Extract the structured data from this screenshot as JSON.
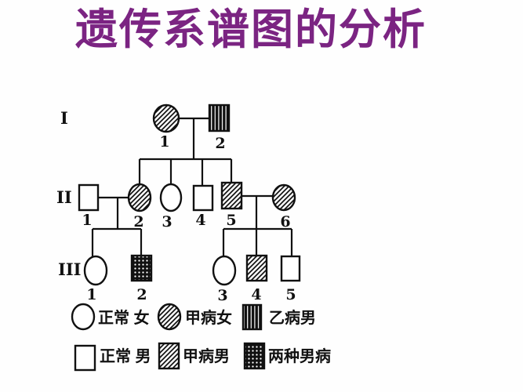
{
  "title": {
    "text": "遗传系谱图的分析",
    "color": "#7B2482"
  },
  "pedigree": {
    "generation_labels": [
      "I",
      "II",
      "III"
    ],
    "members": [
      {
        "id": "I-1",
        "generation": "I",
        "number": "1",
        "sex": "female",
        "phenotype": "disease-A-female"
      },
      {
        "id": "I-2",
        "generation": "I",
        "number": "2",
        "sex": "male",
        "phenotype": "disease-B-male"
      },
      {
        "id": "II-1",
        "generation": "II",
        "number": "1",
        "sex": "male",
        "phenotype": "normal-male"
      },
      {
        "id": "II-2",
        "generation": "II",
        "number": "2",
        "sex": "female",
        "phenotype": "disease-A-female"
      },
      {
        "id": "II-3",
        "generation": "II",
        "number": "3",
        "sex": "female",
        "phenotype": "normal-female"
      },
      {
        "id": "II-4",
        "generation": "II",
        "number": "4",
        "sex": "male",
        "phenotype": "normal-male"
      },
      {
        "id": "II-5",
        "generation": "II",
        "number": "5",
        "sex": "male",
        "phenotype": "disease-A-male"
      },
      {
        "id": "II-6",
        "generation": "II",
        "number": "6",
        "sex": "female",
        "phenotype": "disease-A-female"
      },
      {
        "id": "III-1",
        "generation": "III",
        "number": "1",
        "sex": "female",
        "phenotype": "normal-female"
      },
      {
        "id": "III-2",
        "generation": "III",
        "number": "2",
        "sex": "male",
        "phenotype": "both-diseases-male"
      },
      {
        "id": "III-3",
        "generation": "III",
        "number": "3",
        "sex": "female",
        "phenotype": "normal-female"
      },
      {
        "id": "III-4",
        "generation": "III",
        "number": "4",
        "sex": "male",
        "phenotype": "disease-A-male"
      },
      {
        "id": "III-5",
        "generation": "III",
        "number": "5",
        "sex": "male",
        "phenotype": "normal-male"
      }
    ],
    "couples": [
      [
        "I-1",
        "I-2"
      ],
      [
        "II-1",
        "II-2"
      ],
      [
        "II-5",
        "II-6"
      ]
    ],
    "offspring": [
      {
        "parents": [
          "I-1",
          "I-2"
        ],
        "children": [
          "II-2",
          "II-3",
          "II-4",
          "II-5"
        ]
      },
      {
        "parents": [
          "II-1",
          "II-2"
        ],
        "children": [
          "III-1",
          "III-2"
        ]
      },
      {
        "parents": [
          "II-5",
          "II-6"
        ],
        "children": [
          "III-3",
          "III-4",
          "III-5"
        ]
      }
    ]
  },
  "legend": {
    "items": [
      {
        "symbol": "circle-empty",
        "label": "正常 女"
      },
      {
        "symbol": "circle-hatched",
        "label": "甲病女"
      },
      {
        "symbol": "square-striped-black",
        "label": "乙病男"
      },
      {
        "symbol": "square-empty",
        "label": "正常 男"
      },
      {
        "symbol": "square-hatched",
        "label": "甲病男"
      },
      {
        "symbol": "square-dotted-black",
        "label": "两种男病"
      }
    ]
  }
}
